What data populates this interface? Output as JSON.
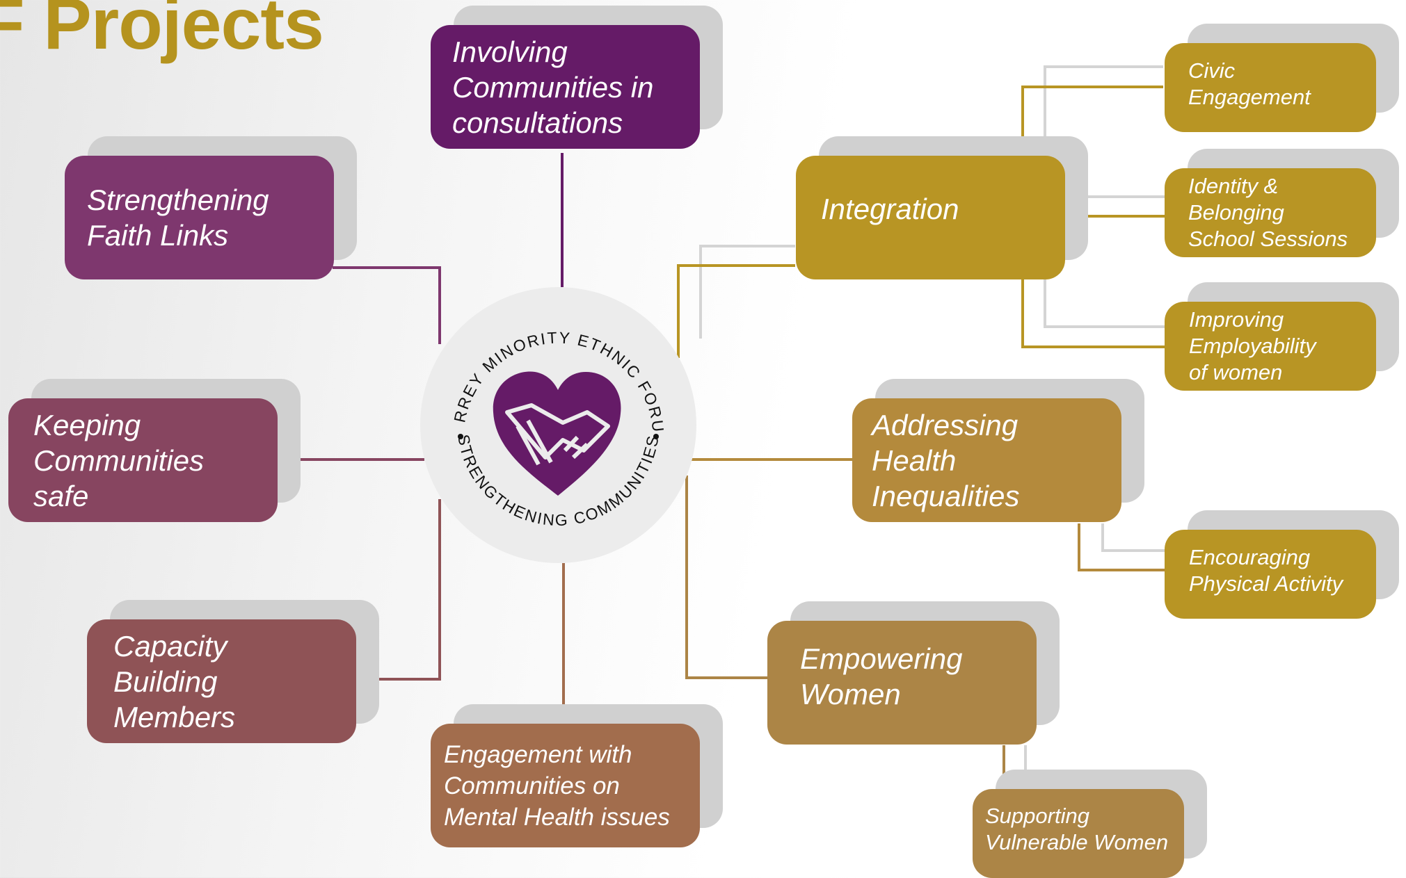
{
  "title": "F Projects",
  "colors": {
    "purple_dark": "#651b67",
    "purple": "#7e376e",
    "plum": "#874560",
    "mauve": "#8f5356",
    "terracotta": "#a26d4d",
    "gold": "#b89524",
    "gold_brown": "#b48a3c",
    "bronze": "#ac8546",
    "shadow": "#d0d0d0",
    "hub": "#ececec"
  },
  "logo": {
    "top_text": "SURREY MINORITY ETHNIC FORUM",
    "bottom_text": "STRENGTHENING COMMUNITIES",
    "icon": "heart-handshake-icon"
  },
  "nodes": {
    "involving": "Involving\nCommunities in\nconsultations",
    "faith": "Strengthening\nFaith Links",
    "safe": "Keeping\nCommunities\nsafe",
    "capacity": "Capacity\nBuilding\nMembers",
    "mental": "Engagement with\nCommunities on\nMental Health issues",
    "integration": "Integration",
    "civic": "Civic\nEngagement",
    "identity": "Identity &\nBelonging\nSchool Sessions",
    "employability": "Improving\nEmployability\nof women",
    "health": "Addressing\nHealth\nInequalities",
    "physical": "Encouraging\nPhysical Activity",
    "empowering": "Empowering\nWomen",
    "vulnerable": "Supporting\nVulnerable Women"
  }
}
